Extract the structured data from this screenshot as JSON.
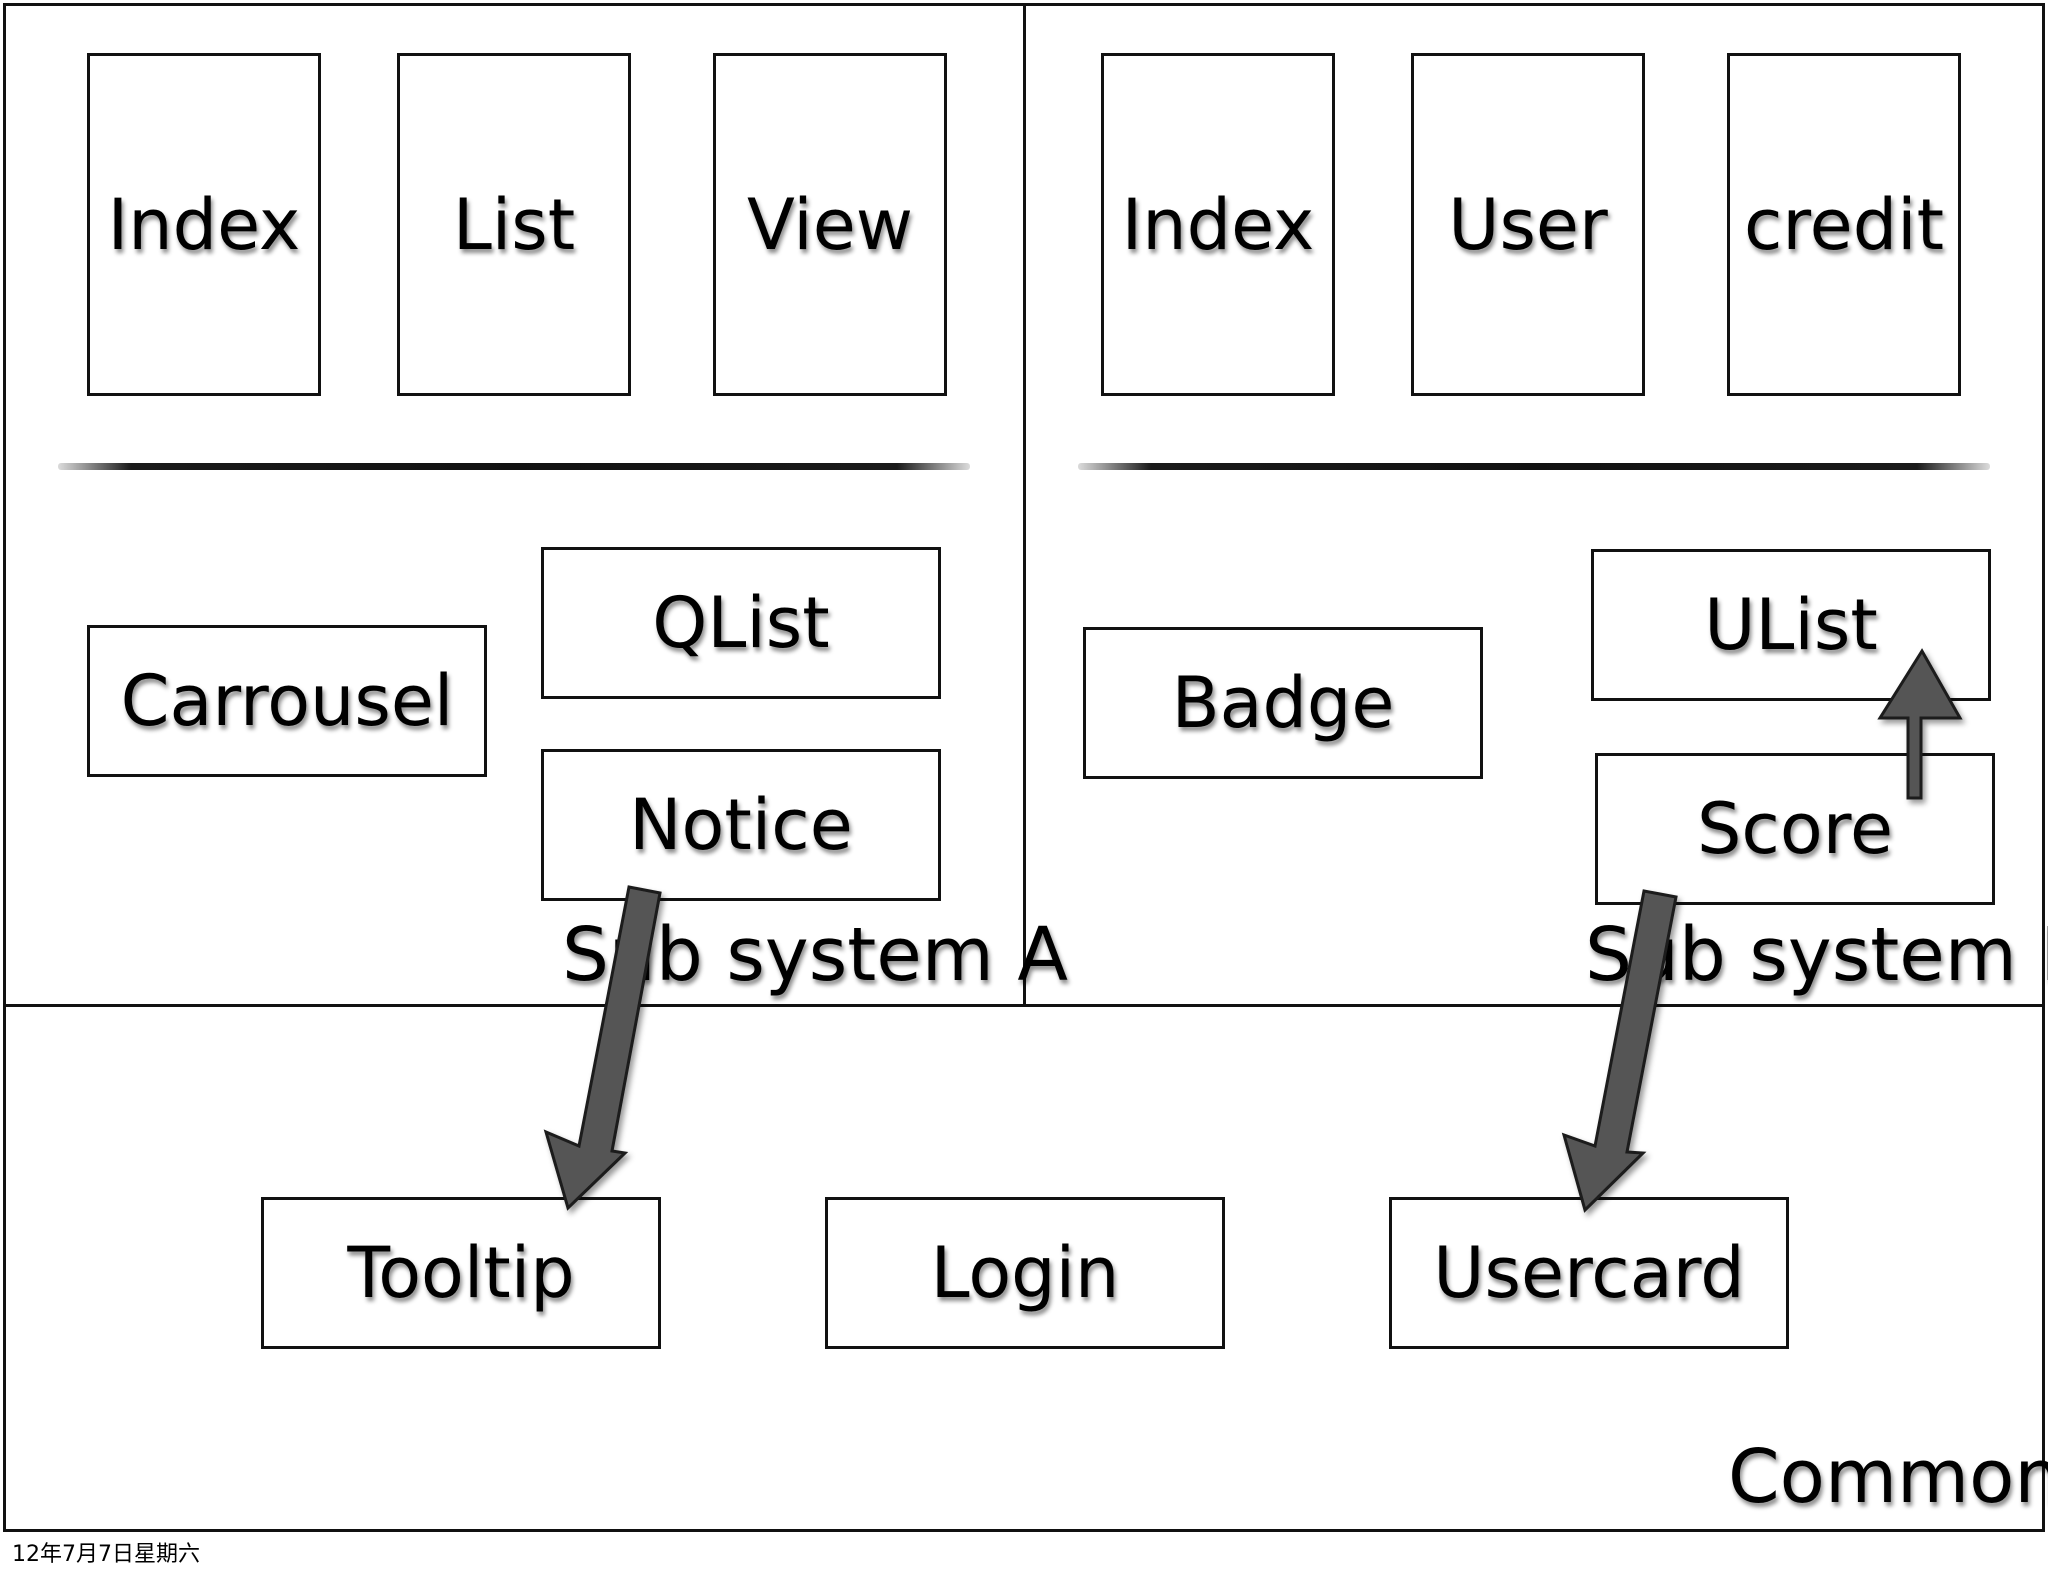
{
  "subsystem_a": {
    "pages": [
      "Index",
      "List",
      "View"
    ],
    "modules": {
      "carrousel": "Carrousel",
      "qlist": "QList",
      "notice": "Notice"
    },
    "label": "Sub system A"
  },
  "subsystem_b": {
    "pages": [
      "Index",
      "User",
      "credit"
    ],
    "modules": {
      "badge": "Badge",
      "ulist": "UList",
      "score": "Score"
    },
    "label": "Sub system B"
  },
  "common": {
    "modules": {
      "tooltip": "Tooltip",
      "login": "Login",
      "usercard": "Usercard"
    },
    "label": "Common"
  },
  "footer": {
    "date": "12年7月7日星期六"
  },
  "colors": {
    "arrow_fill": "#555555",
    "border": "#111111"
  }
}
